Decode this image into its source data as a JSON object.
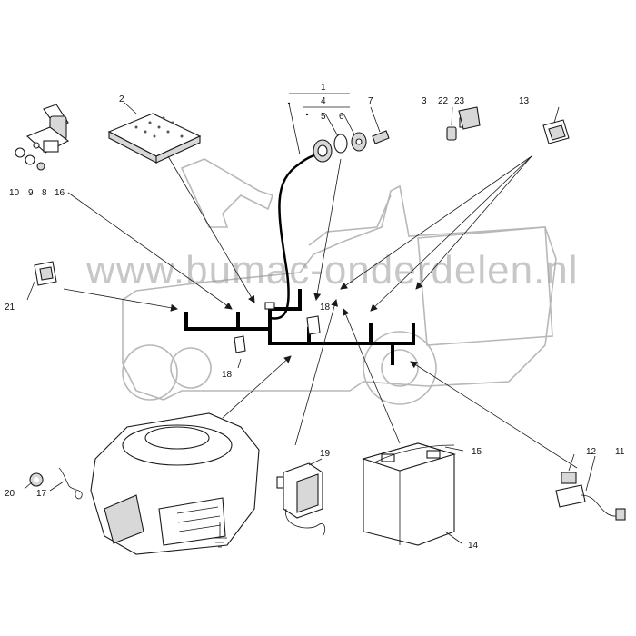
{
  "watermark": "www.bumac-onderdelen.nl",
  "labels": {
    "p1": "1",
    "p2": "2",
    "p3": "3",
    "p4": "4",
    "p5": "5",
    "p6": "6",
    "p7": "7",
    "p8": "8",
    "p9": "9",
    "p10": "10",
    "p11": "11",
    "p12": "12",
    "p13": "13",
    "p14": "14",
    "p15": "15",
    "p16": "16",
    "p17": "17",
    "p18a": "18",
    "p18b": "18",
    "p19": "19",
    "p20": "20",
    "p21": "21",
    "p22": "22",
    "p23": "23"
  }
}
